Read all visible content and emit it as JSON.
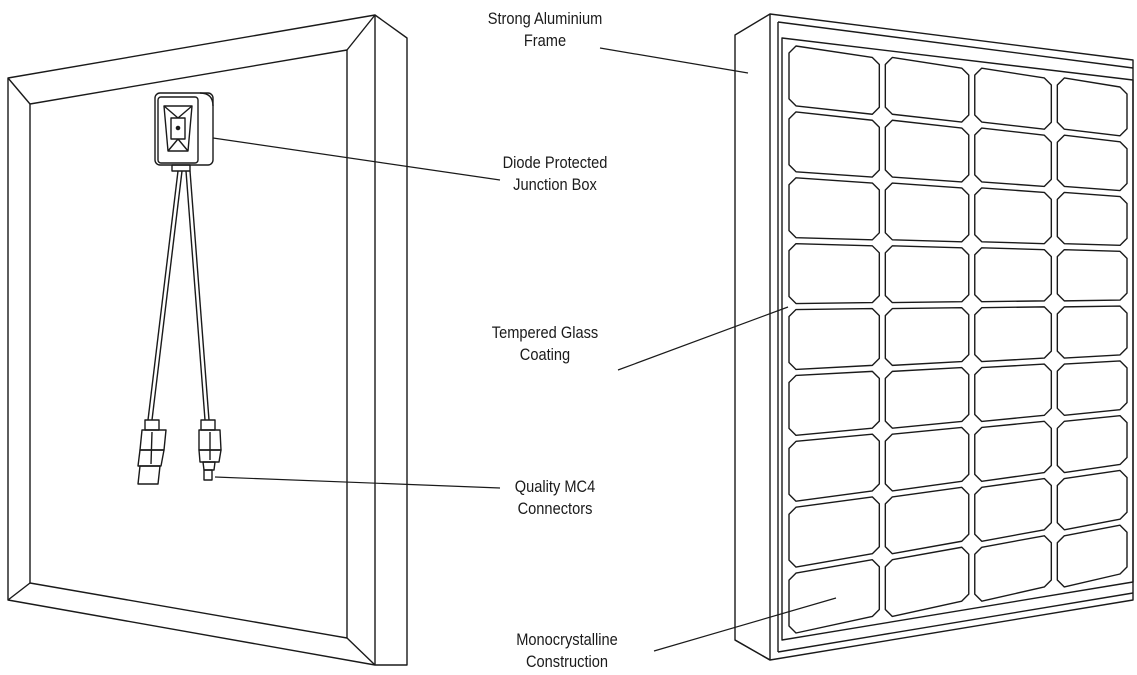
{
  "callouts": {
    "frame": {
      "line1": "Strong Aluminium",
      "line2": "Frame"
    },
    "junction_box": {
      "line1": "Diode Protected",
      "line2": "Junction Box"
    },
    "glass": {
      "line1": "Tempered Glass",
      "line2": "Coating"
    },
    "connectors": {
      "line1": "Quality MC4",
      "line2": "Connectors"
    },
    "cells": {
      "line1": "Monocrystalline",
      "line2": "Construction"
    }
  },
  "front_panel": {
    "rows": 9,
    "columns": 4
  },
  "colors": {
    "line": "#1a1a1a",
    "background": "#ffffff"
  }
}
